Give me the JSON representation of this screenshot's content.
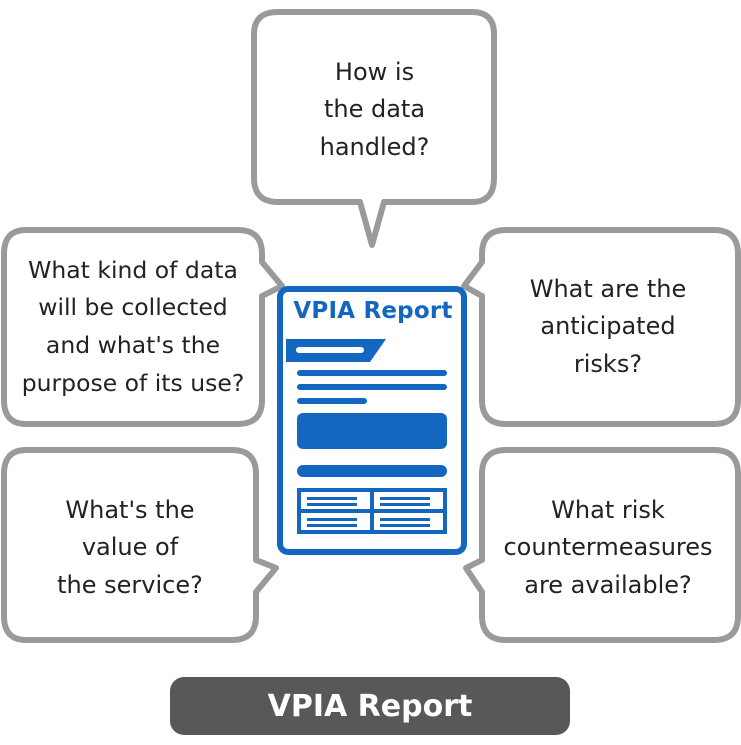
{
  "questions": {
    "top": "How is\nthe data\nhandled?",
    "upper_left": "What kind of data\nwill be collected\nand what's the\npurpose of its use?",
    "upper_right": "What are the\nanticipated\nrisks?",
    "lower_left": "What's the\nvalue of\nthe service?",
    "lower_right": "What risk\ncountermeasures\nare available?"
  },
  "document": {
    "title": "VPIA Report"
  },
  "caption": "VPIA Report",
  "colors": {
    "bubble_border": "#9a9a9a",
    "document_blue": "#1467c0",
    "caption_bg": "#595757",
    "text": "#222222"
  }
}
